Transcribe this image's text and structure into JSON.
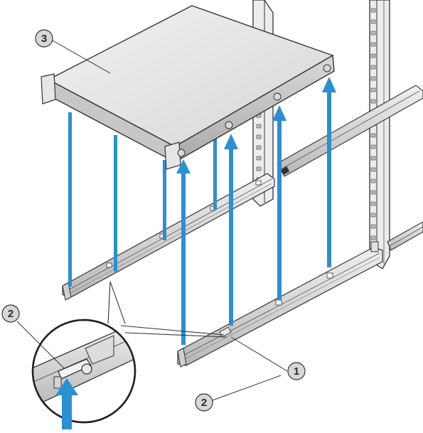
{
  "callouts": [
    {
      "number": "1",
      "target": "slide-rail"
    },
    {
      "number": "2",
      "target": "rail-release-latch"
    },
    {
      "number": "2",
      "target": "rail-release-latch"
    },
    {
      "number": "3",
      "target": "system"
    }
  ],
  "colors": {
    "arrow": "#2b8fd4",
    "chassis_top": "#e4e4e4",
    "chassis_front": "#d3d3d3",
    "rail": "#cfcfcf",
    "outline": "#333333",
    "callout_fill": "#d8d8d8"
  },
  "icons": [
    "installation-arrow-icon",
    "callout-bubble-icon"
  ]
}
